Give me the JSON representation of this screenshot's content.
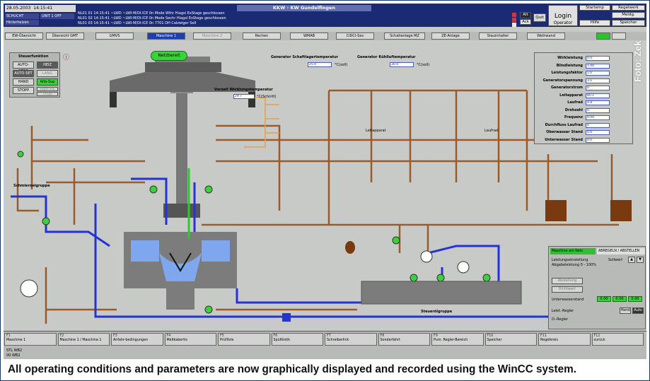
{
  "header": {
    "date": "28.05.2003",
    "time": "14:15:41",
    "small_labels": [
      "SCHUCHT",
      "UNIT 1 OFF",
      "Hinterheizen"
    ],
    "title": "KKW - KW Gundelfingen",
    "messages": [
      "NL01 01   14:15:41   ~LWD   ~LWI-M/Dl-ICE   0n   Mode Wthr Hiagsl ExStage geschlossen",
      "NL01 02   14:15:41   ~LWD   ~LWI-M/Dl-ICE   0n   Mode Sechr Hiagsl ExStage geschlossen",
      "NL01 03   14:15:41   ~LWD   ~LWI-M/Dl-ICE   0n   7701 DH Calzwiger Sell"
    ],
    "buttons": {
      "alt": "Alt",
      "quit": "Quit",
      "ack": "Ack"
    },
    "user": {
      "label": "Login",
      "role": "Operator"
    },
    "right_buttons": [
      "Startemp",
      "Regelwerk",
      "Meldg.",
      "Speicher",
      "Hilfe"
    ]
  },
  "tabs": [
    "EW-Übersicht",
    "Übersicht GMT",
    "GMVS",
    "Maschine 1",
    "Maschine 2",
    "Rechen",
    "WMAB",
    "CIDCI-Sev",
    "Schaltanlage MZ",
    "ZE-Anlage",
    "Stauinhalter",
    "Weihwand"
  ],
  "active_tab": "Maschine 1",
  "process": {
    "control_panel": {
      "title": "Steuerfunktion",
      "buttons": [
        "AUTO-STOP",
        "HEIZ",
        "AUTO-SET",
        "LANG",
        "HAND",
        "Alfa-Sup",
        "STOPP",
        "Regel-Sup",
        "Til-Sup"
      ]
    },
    "status_green": "Netzbereit",
    "generator_temp": {
      "label": "Generator Schaftlagertemperatur",
      "value": "25.0",
      "unit": "°C(soll)"
    },
    "generator_air": {
      "label": "Generator Kühlluftemperatur",
      "value": "30.4",
      "unit": "°C(soll)"
    },
    "winding_temp": {
      "label": "Vorzeit Wicklungstemperatur",
      "value": "29.7",
      "unit": "°C(Schnitt)"
    },
    "guide_apparatus": "Leitapparat",
    "runner": "Laufrad",
    "oil_reservoir": "Schmieroelgruppe",
    "pressure_oil_group": "Steuerölgruppe",
    "right_params": [
      {
        "label": "Wirkleistung",
        "value": "0.0"
      },
      {
        "label": "Blindleistung",
        "value": "1.00"
      },
      {
        "label": "Leistungsfaktor",
        "value": "1.0"
      },
      {
        "label": "Generatorspannung",
        "value": "3.1"
      },
      {
        "label": "Generatorstrom",
        "value": "0"
      },
      {
        "label": "Leitapparat",
        "value": "85.1"
      },
      {
        "label": "Laufrad",
        "value": "4.8"
      },
      {
        "label": "Drehzahl",
        "value": "0"
      },
      {
        "label": "Frequenz",
        "value": "0.00"
      },
      {
        "label": "Durchfluss Laufrad",
        "value": "0"
      },
      {
        "label": "Oberwasser Stand",
        "value": "0.0"
      },
      {
        "label": "Unterwasser Stand",
        "value": "0.0"
      }
    ],
    "ctrl_box": {
      "head": "Maschine am Netz",
      "head2": "ABREGELN / ABSTELLEN",
      "rows": [
        "Leistungseinstellung",
        "Abgabeleistung 0 - 100%",
        "Sollwert"
      ],
      "btn1": "Abstellung",
      "btn2": "Richtwert",
      "level_label": "Unterwasserstand",
      "levels": [
        "0.00",
        "0.00",
        "0.00"
      ],
      "reg1": "Leist.-Regler",
      "reg2": "O.-Regler",
      "manual": "Hand",
      "auto": "Auto"
    }
  },
  "footer_keys": [
    {
      "n": "F1",
      "l": "Maschine 1"
    },
    {
      "n": "F2",
      "l": "Maschine 1 / Maschine 1"
    },
    {
      "n": "F3",
      "l": "Anfahr-bedingungen"
    },
    {
      "n": "F4",
      "l": "Meßkabertis"
    },
    {
      "n": "F5",
      "l": "Prüfliste"
    },
    {
      "n": "F6",
      "l": "Spültlistik"
    },
    {
      "n": "F7",
      "l": "Schreiberlink"
    },
    {
      "n": "F8",
      "l": "Sonderfahrt"
    },
    {
      "n": "F9",
      "l": "Pum. Regler-Bereich"
    },
    {
      "n": "F10",
      "l": "Speicher"
    },
    {
      "n": "F11",
      "l": "Regelkreis"
    },
    {
      "n": "F12",
      "l": "zurück"
    }
  ],
  "footer_left": [
    "STL WB2",
    "00 WB2"
  ],
  "caption": "All operating conditions and parameters are now graphically displayed and recorded using the WinCC system.",
  "watermark": "Foto: Zek",
  "colors": {
    "pipe_brown": "#9a5a2a",
    "pipe_blue": "#2433d6",
    "pipe_green": "#2ec82e",
    "turbine_blue": "#7fa7ef",
    "screen_bg": "#c8cac8",
    "header_bg": "#1b2a74"
  }
}
